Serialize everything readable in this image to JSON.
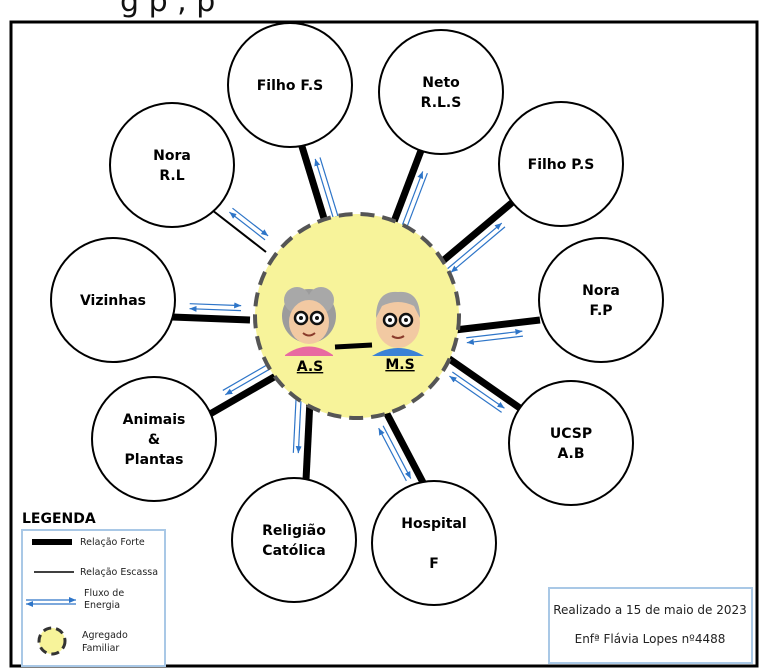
{
  "top_text": "g     p      ,    p",
  "center": {
    "label_left": "A.S",
    "label_right": "M.S"
  },
  "nodes": [
    {
      "id": "filho-fs",
      "lines": [
        "Filho F.S"
      ]
    },
    {
      "id": "neto-rls",
      "lines": [
        "Neto",
        "R.L.S"
      ]
    },
    {
      "id": "filho-ps",
      "lines": [
        "Filho P.S"
      ]
    },
    {
      "id": "nora-fp",
      "lines": [
        "Nora",
        "F.P"
      ]
    },
    {
      "id": "ucsp-ab",
      "lines": [
        "UCSP",
        "A.B"
      ]
    },
    {
      "id": "hospital-f",
      "lines": [
        "Hospital",
        "",
        "F"
      ]
    },
    {
      "id": "religiao-catolica",
      "lines": [
        "Religião",
        "Católica"
      ]
    },
    {
      "id": "animais-plantas",
      "lines": [
        "Animais",
        "&",
        "Plantas"
      ]
    },
    {
      "id": "vizinhas",
      "lines": [
        "Vizinhas"
      ]
    },
    {
      "id": "nora-rl",
      "lines": [
        "Nora",
        "R.L"
      ]
    }
  ],
  "legend": {
    "title": "LEGENDA",
    "strong": "Relação Forte",
    "weak": "Relação Escassa",
    "energy": "Fluxo de Energia",
    "family": "Agregado Familiar"
  },
  "credits": {
    "line1": "Realizado a 15 de maio de 2023",
    "line2": "Enfª Flávia Lopes nº4488"
  },
  "colors": {
    "center_fill": "#f7f39a",
    "arrow_blue": "#2e75c8",
    "legend_border": "#a9c8e6"
  }
}
